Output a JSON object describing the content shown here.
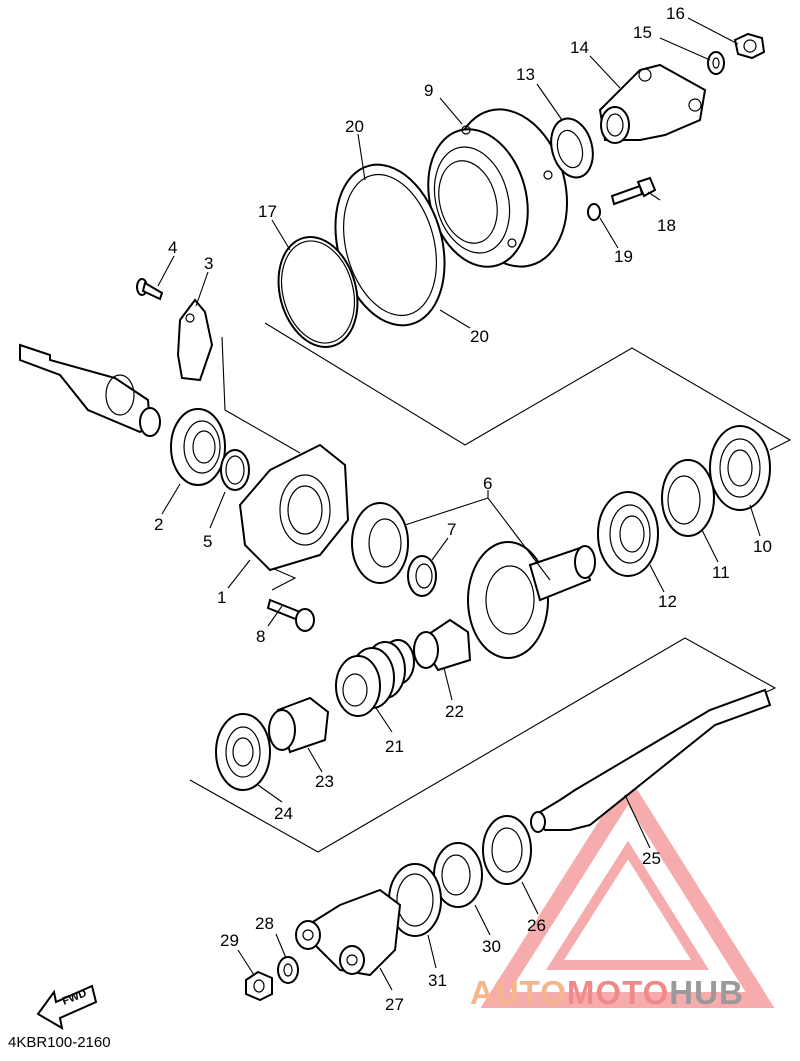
{
  "diagram": {
    "code": "4KBR100-2160",
    "fwd_label": "FWD",
    "part_labels": [
      "16",
      "15",
      "14",
      "13",
      "9",
      "20",
      "17",
      "18",
      "19",
      "4",
      "3",
      "20",
      "2",
      "5",
      "1",
      "6",
      "7",
      "8",
      "10",
      "11",
      "12",
      "22",
      "21",
      "23",
      "24",
      "25",
      "26",
      "30",
      "31",
      "27",
      "28",
      "29"
    ]
  },
  "watermark": {
    "part1": "AUTO",
    "part2": "MOTO",
    "part3": "HUB",
    "colors": {
      "auto": "#f6b58a",
      "moto": "#f08a8a",
      "hub": "#9a9a9a",
      "logo": "#f06a6a"
    }
  }
}
